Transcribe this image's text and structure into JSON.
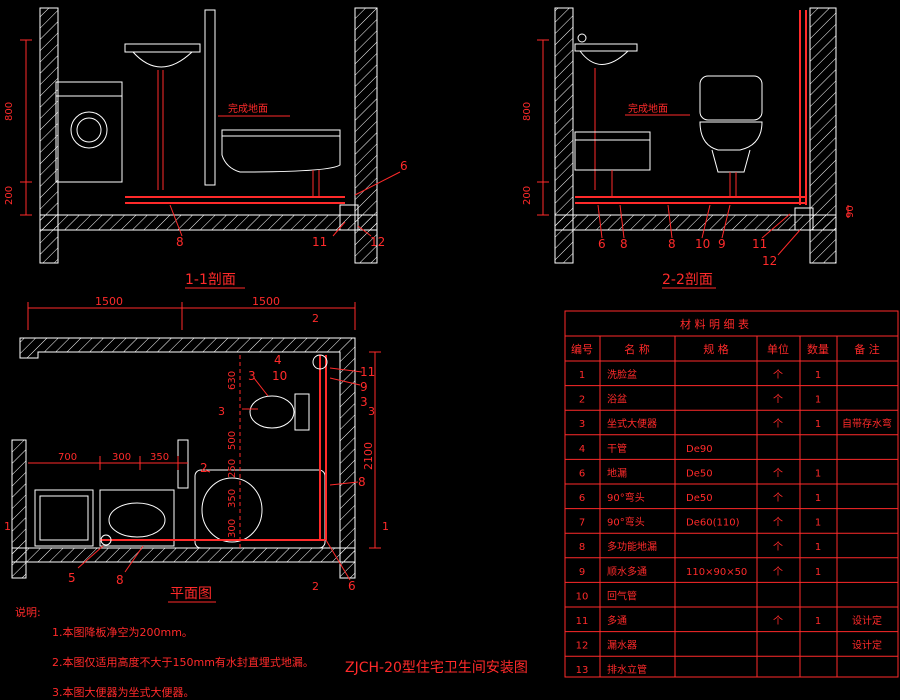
{
  "section_views": {
    "view_1_title": "1-1剖面",
    "view_2_title": "2-2剖面",
    "floor_label": "完成地面",
    "dim_800": "800",
    "dim_200": "200",
    "dim_90": "90",
    "view1_callouts": [
      "6",
      "8",
      "11",
      "12"
    ],
    "view2_callouts": [
      "6",
      "8",
      "8",
      "10",
      "9",
      "11",
      "12"
    ]
  },
  "plan_view": {
    "title": "平面图",
    "dim_top_left": "1500",
    "dim_top_right": "1500",
    "dim_overall_height": "2100",
    "dim_630": "630",
    "dim_500": "500",
    "dim_250": "250",
    "dim_350": "350",
    "dim_300b": "300",
    "dim_700": "700",
    "dim_300": "300",
    "dim_350b": "350",
    "cut_2_top": "2",
    "cut_2_bottom": "2",
    "cut_1_left": "1",
    "cut_1_right": "1",
    "cut_3_left": "3",
    "cut_3_right": "3",
    "callouts": [
      "3",
      "4",
      "10",
      "11",
      "9",
      "3",
      "2",
      "8",
      "5",
      "8",
      "6"
    ]
  },
  "notes": {
    "heading": "说明:",
    "items": [
      "1.本图降板净空为200mm。",
      "2.本图仅适用高度不大于150mm有水封直埋式地漏。",
      "3.本图大便器为坐式大便器。"
    ]
  },
  "drawing_title": "ZJCH-20型住宅卫生间安装图",
  "materials_table": {
    "title": "材 料 明 细 表",
    "headers": [
      "编号",
      "名 称",
      "规 格",
      "单位",
      "数量",
      "备 注"
    ],
    "rows": [
      [
        "1",
        "洗脸盆",
        "",
        "个",
        "1",
        ""
      ],
      [
        "2",
        "浴盆",
        "",
        "个",
        "1",
        ""
      ],
      [
        "3",
        "坐式大便器",
        "",
        "个",
        "1",
        "自带存水弯"
      ],
      [
        "4",
        "干管",
        "De90",
        "",
        "",
        ""
      ],
      [
        "6",
        "地漏",
        "De50",
        "个",
        "1",
        ""
      ],
      [
        "6",
        "90°弯头",
        "De50",
        "个",
        "1",
        ""
      ],
      [
        "7",
        "90°弯头",
        "De60(110)",
        "个",
        "1",
        ""
      ],
      [
        "8",
        "多功能地漏",
        "",
        "个",
        "1",
        ""
      ],
      [
        "9",
        "顺水多通",
        "110×90×50",
        "个",
        "1",
        ""
      ],
      [
        "10",
        "回气管",
        "",
        "",
        "",
        ""
      ],
      [
        "11",
        "多通",
        "",
        "个",
        "1",
        "设计定"
      ],
      [
        "12",
        "漏水器",
        "",
        "",
        "",
        "设计定"
      ],
      [
        "13",
        "排水立管",
        "",
        "",
        "",
        ""
      ]
    ]
  },
  "colors": {
    "background": "#000000",
    "line": "#ff2a2a",
    "wall_fill": "#ffffff"
  }
}
